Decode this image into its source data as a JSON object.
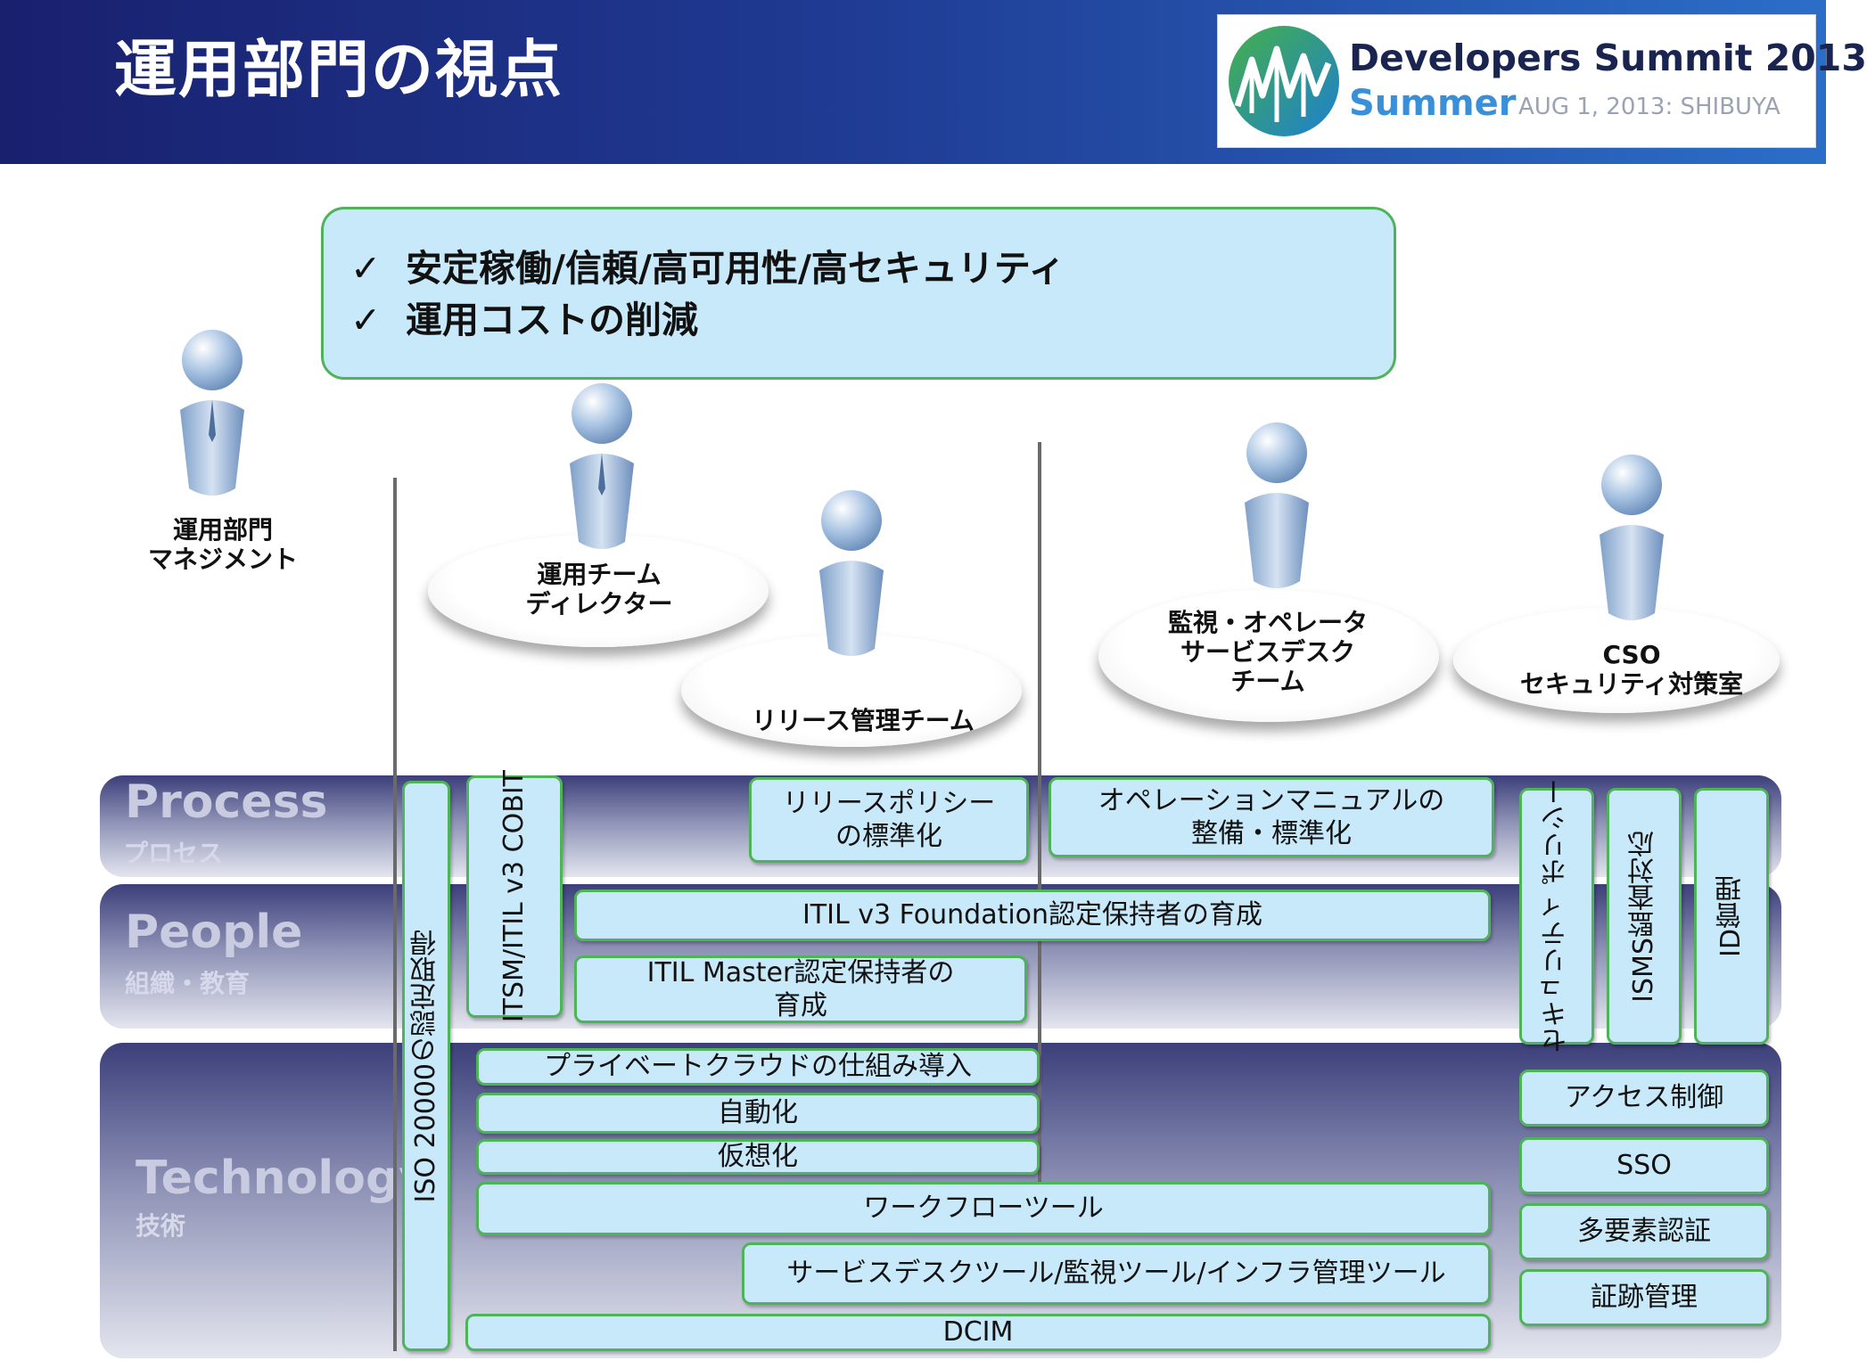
{
  "header": {
    "title": "運用部門の視点",
    "logo": {
      "title": "Developers Summit 2013",
      "sub": "Summer",
      "date": "AUG 1, 2013: SHIBUYA",
      "colors": {
        "green": "#3aa84a",
        "blue": "#1c7fd0"
      }
    }
  },
  "goals": [
    {
      "check": "✓",
      "text": "安定稼働/信頼/高可用性/高セキュリティ"
    },
    {
      "check": "✓",
      "text": "運用コストの削減"
    }
  ],
  "people": [
    "運用部門\nマネジメント",
    "運用チーム\nディレクター",
    "リリース管理チーム",
    "監視・オペレータ\nサービスデスク\nチーム",
    "CSO\nセキュリティ対策室"
  ],
  "bands": {
    "process": {
      "title": "Process",
      "sub": "プロセス"
    },
    "people": {
      "title": "People",
      "sub": "組織・教育"
    },
    "technology": {
      "title": "Technology",
      "sub": "技術"
    }
  },
  "boxes": {
    "iso": "ISO 20000の認定取得",
    "itsm": "ITSM/ITIL v3\nCOBIT",
    "release_policy": "リリースポリシー\nの標準化",
    "ops_manual": "オペレーションマニュアルの\n整備・標準化",
    "itil_foundation": "ITIL v3 Foundation認定保持者の育成",
    "itil_master": "ITIL Master認定保持者の\n育成",
    "security_policy": "セキュリティ\nポリシー",
    "isms": "ISMS監査対応",
    "id_mgmt": "ID管理",
    "private_cloud": "プライベートクラウドの仕組み導入",
    "automation": "自動化",
    "virtualization": "仮想化",
    "workflow": "ワークフローツール",
    "servicedesk_tools": "サービスデスクツール/監視ツール/インフラ管理ツール",
    "dcim": "DCIM",
    "access_control": "アクセス制御",
    "sso": "SSO",
    "mfa": "多要素認証",
    "audit_trail": "証跡管理"
  }
}
